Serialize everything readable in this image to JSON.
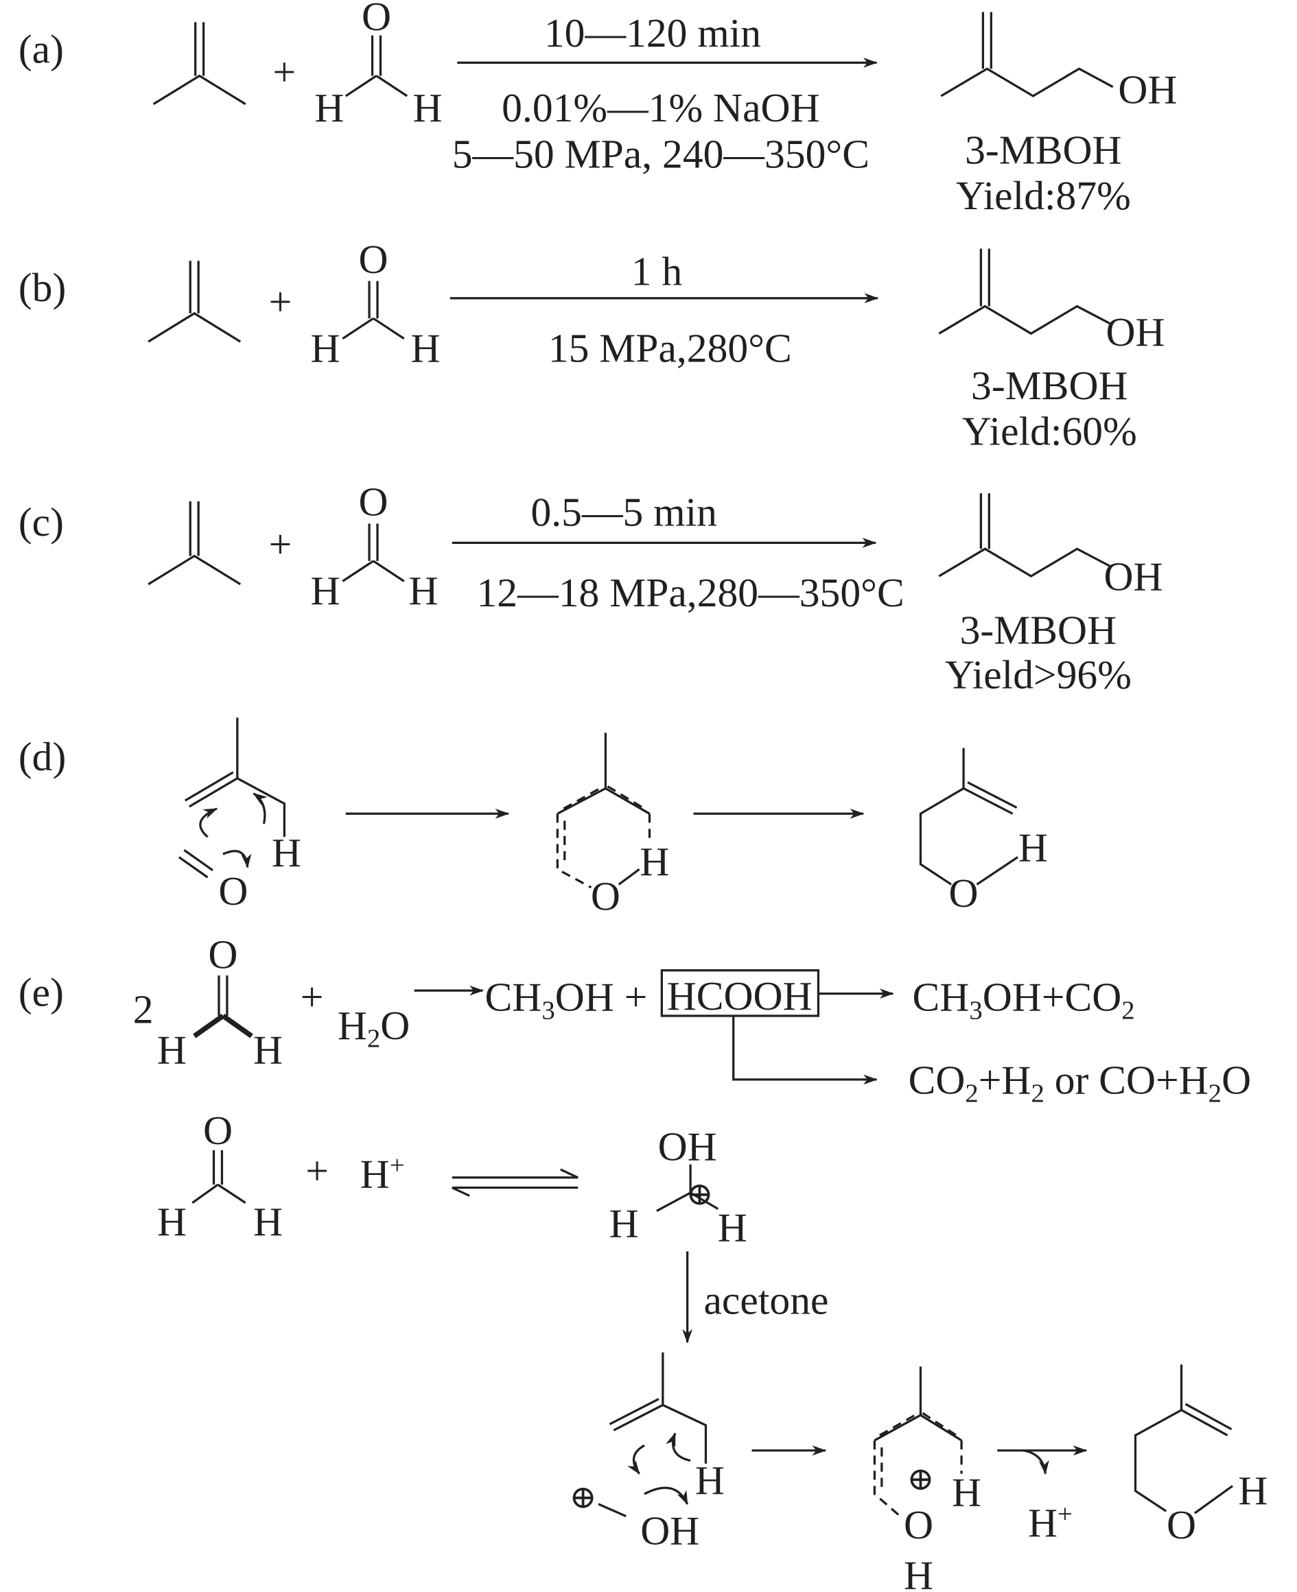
{
  "panels": {
    "a": {
      "label": "(a)",
      "cond_top": "10—120 min",
      "cond_mid": "0.01%—1% NaOH",
      "cond_bot": "5—50 MPa, 240—350°C",
      "product": "3-MBOH",
      "yield": "Yield:87%"
    },
    "b": {
      "label": "(b)",
      "cond_top": "1 h",
      "cond_bot": "15 MPa,280°C",
      "product": "3-MBOH",
      "yield": "Yield:60%"
    },
    "c": {
      "label": "(c)",
      "cond_top": "0.5—5 min",
      "cond_bot": "12—18 MPa,280—350°C",
      "product": "3-MBOH",
      "yield": "Yield>96%"
    },
    "d": {
      "label": "(d)"
    },
    "e": {
      "label": "(e)",
      "coef": "2",
      "acetone": "acetone",
      "or": " or "
    }
  },
  "atoms": {
    "O": "O",
    "H": "H",
    "OH": "OH",
    "plus": "+",
    "oplus": "⊕",
    "C": "C",
    "CO": "CO",
    "HCOOH": "HCOOH",
    "sub2": "2",
    "sub3": "3",
    "Hplus": "H",
    "sup_plus": "+"
  }
}
